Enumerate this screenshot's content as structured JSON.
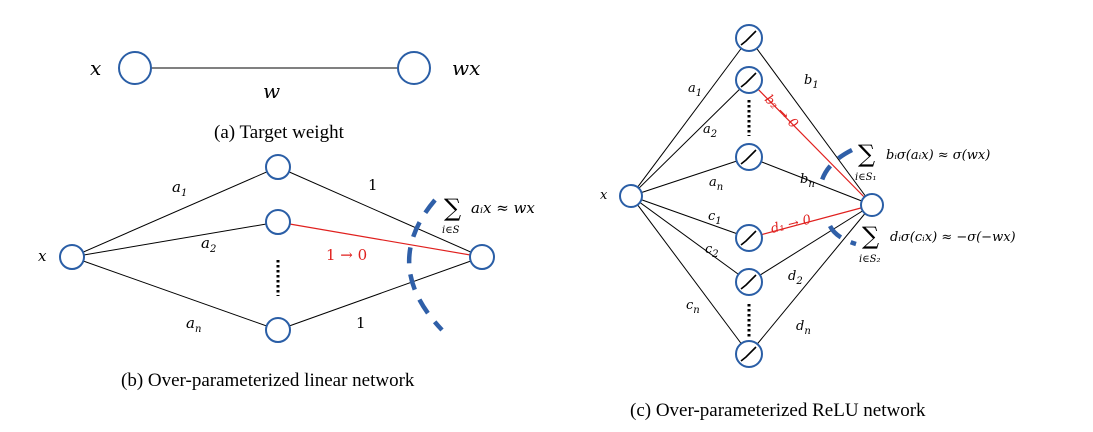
{
  "panel_a": {
    "input_label": "x",
    "output_label": "wx",
    "weight_label": "w",
    "caption": "(a) Target weight"
  },
  "panel_b": {
    "input_label": "x",
    "weight_labels": [
      "a",
      "a",
      "a"
    ],
    "weight_subscripts": [
      "1",
      "2",
      "n"
    ],
    "out_weight_top": "1",
    "out_weight_bottom": "1",
    "pruned_label": "1 → 0",
    "sum_symbol": "∑",
    "sum_index": "i∈S",
    "sum_expression": "aᵢx ≈ wx",
    "caption": "(b) Over-parameterized linear network"
  },
  "panel_c": {
    "input_label": "x",
    "a_labels": [
      "a",
      "a",
      "a"
    ],
    "a_subscripts": [
      "1",
      "2",
      "n"
    ],
    "b_labels": [
      "b",
      "b"
    ],
    "b_subscripts": [
      "1",
      "n"
    ],
    "c_labels": [
      "c",
      "c",
      "c"
    ],
    "c_subscripts": [
      "1",
      "2",
      "n"
    ],
    "d_labels": [
      "d",
      "d"
    ],
    "d_subscripts": [
      "2",
      "n"
    ],
    "pruned_b_label": "b₂ → 0",
    "pruned_d_label": "d₁ → 0",
    "sum_symbol": "∑",
    "sum1_index": "i∈S₁",
    "sum1_expression": "bᵢσ(aᵢx) ≈ σ(wx)",
    "sum2_index": "i∈S₂",
    "sum2_expression": "dᵢσ(cᵢx) ≈ −σ(−wx)",
    "caption": "(c) Over-parameterized ReLU network"
  },
  "colors": {
    "node_stroke": "#2a5ea6",
    "cut_line": "#2f5fa8",
    "pruned_edge": "#e0201e"
  }
}
